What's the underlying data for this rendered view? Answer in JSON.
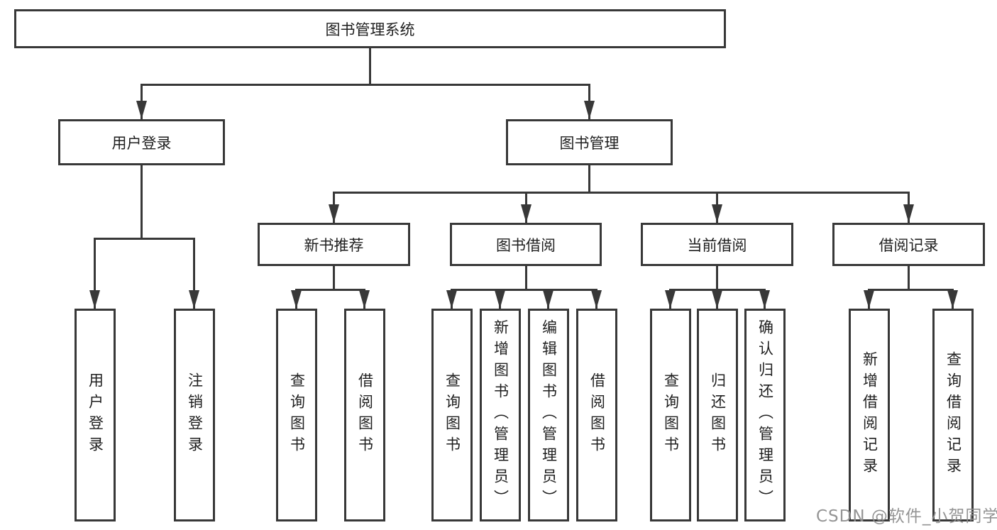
{
  "tree": {
    "label": "图书管理系统",
    "children": [
      {
        "label": "用户登录",
        "children": [
          {
            "label": "用户登录"
          },
          {
            "label": "注销登录"
          }
        ]
      },
      {
        "label": "图书管理",
        "children": [
          {
            "label": "新书推荐",
            "children": [
              {
                "label": "查询图书"
              },
              {
                "label": "借阅图书"
              }
            ]
          },
          {
            "label": "图书借阅",
            "children": [
              {
                "label": "查询图书"
              },
              {
                "label": "新增图书（管理员）"
              },
              {
                "label": "编辑图书（管理员）"
              },
              {
                "label": "借阅图书"
              }
            ]
          },
          {
            "label": "当前借阅",
            "children": [
              {
                "label": "查询图书"
              },
              {
                "label": "归还图书"
              },
              {
                "label": "确认归还（管理员）"
              }
            ]
          },
          {
            "label": "借阅记录",
            "children": [
              {
                "label": "新增借阅记录"
              },
              {
                "label": "查询借阅记录"
              }
            ]
          }
        ]
      }
    ]
  },
  "watermark": "CSDN @软件_小贺同学",
  "colors": {
    "line": "#383838",
    "box_border": "#383838",
    "box_fill": "#ffffff",
    "text": "#1f1f1f",
    "watermark": "#8f8f8f",
    "background": "#ffffff"
  }
}
